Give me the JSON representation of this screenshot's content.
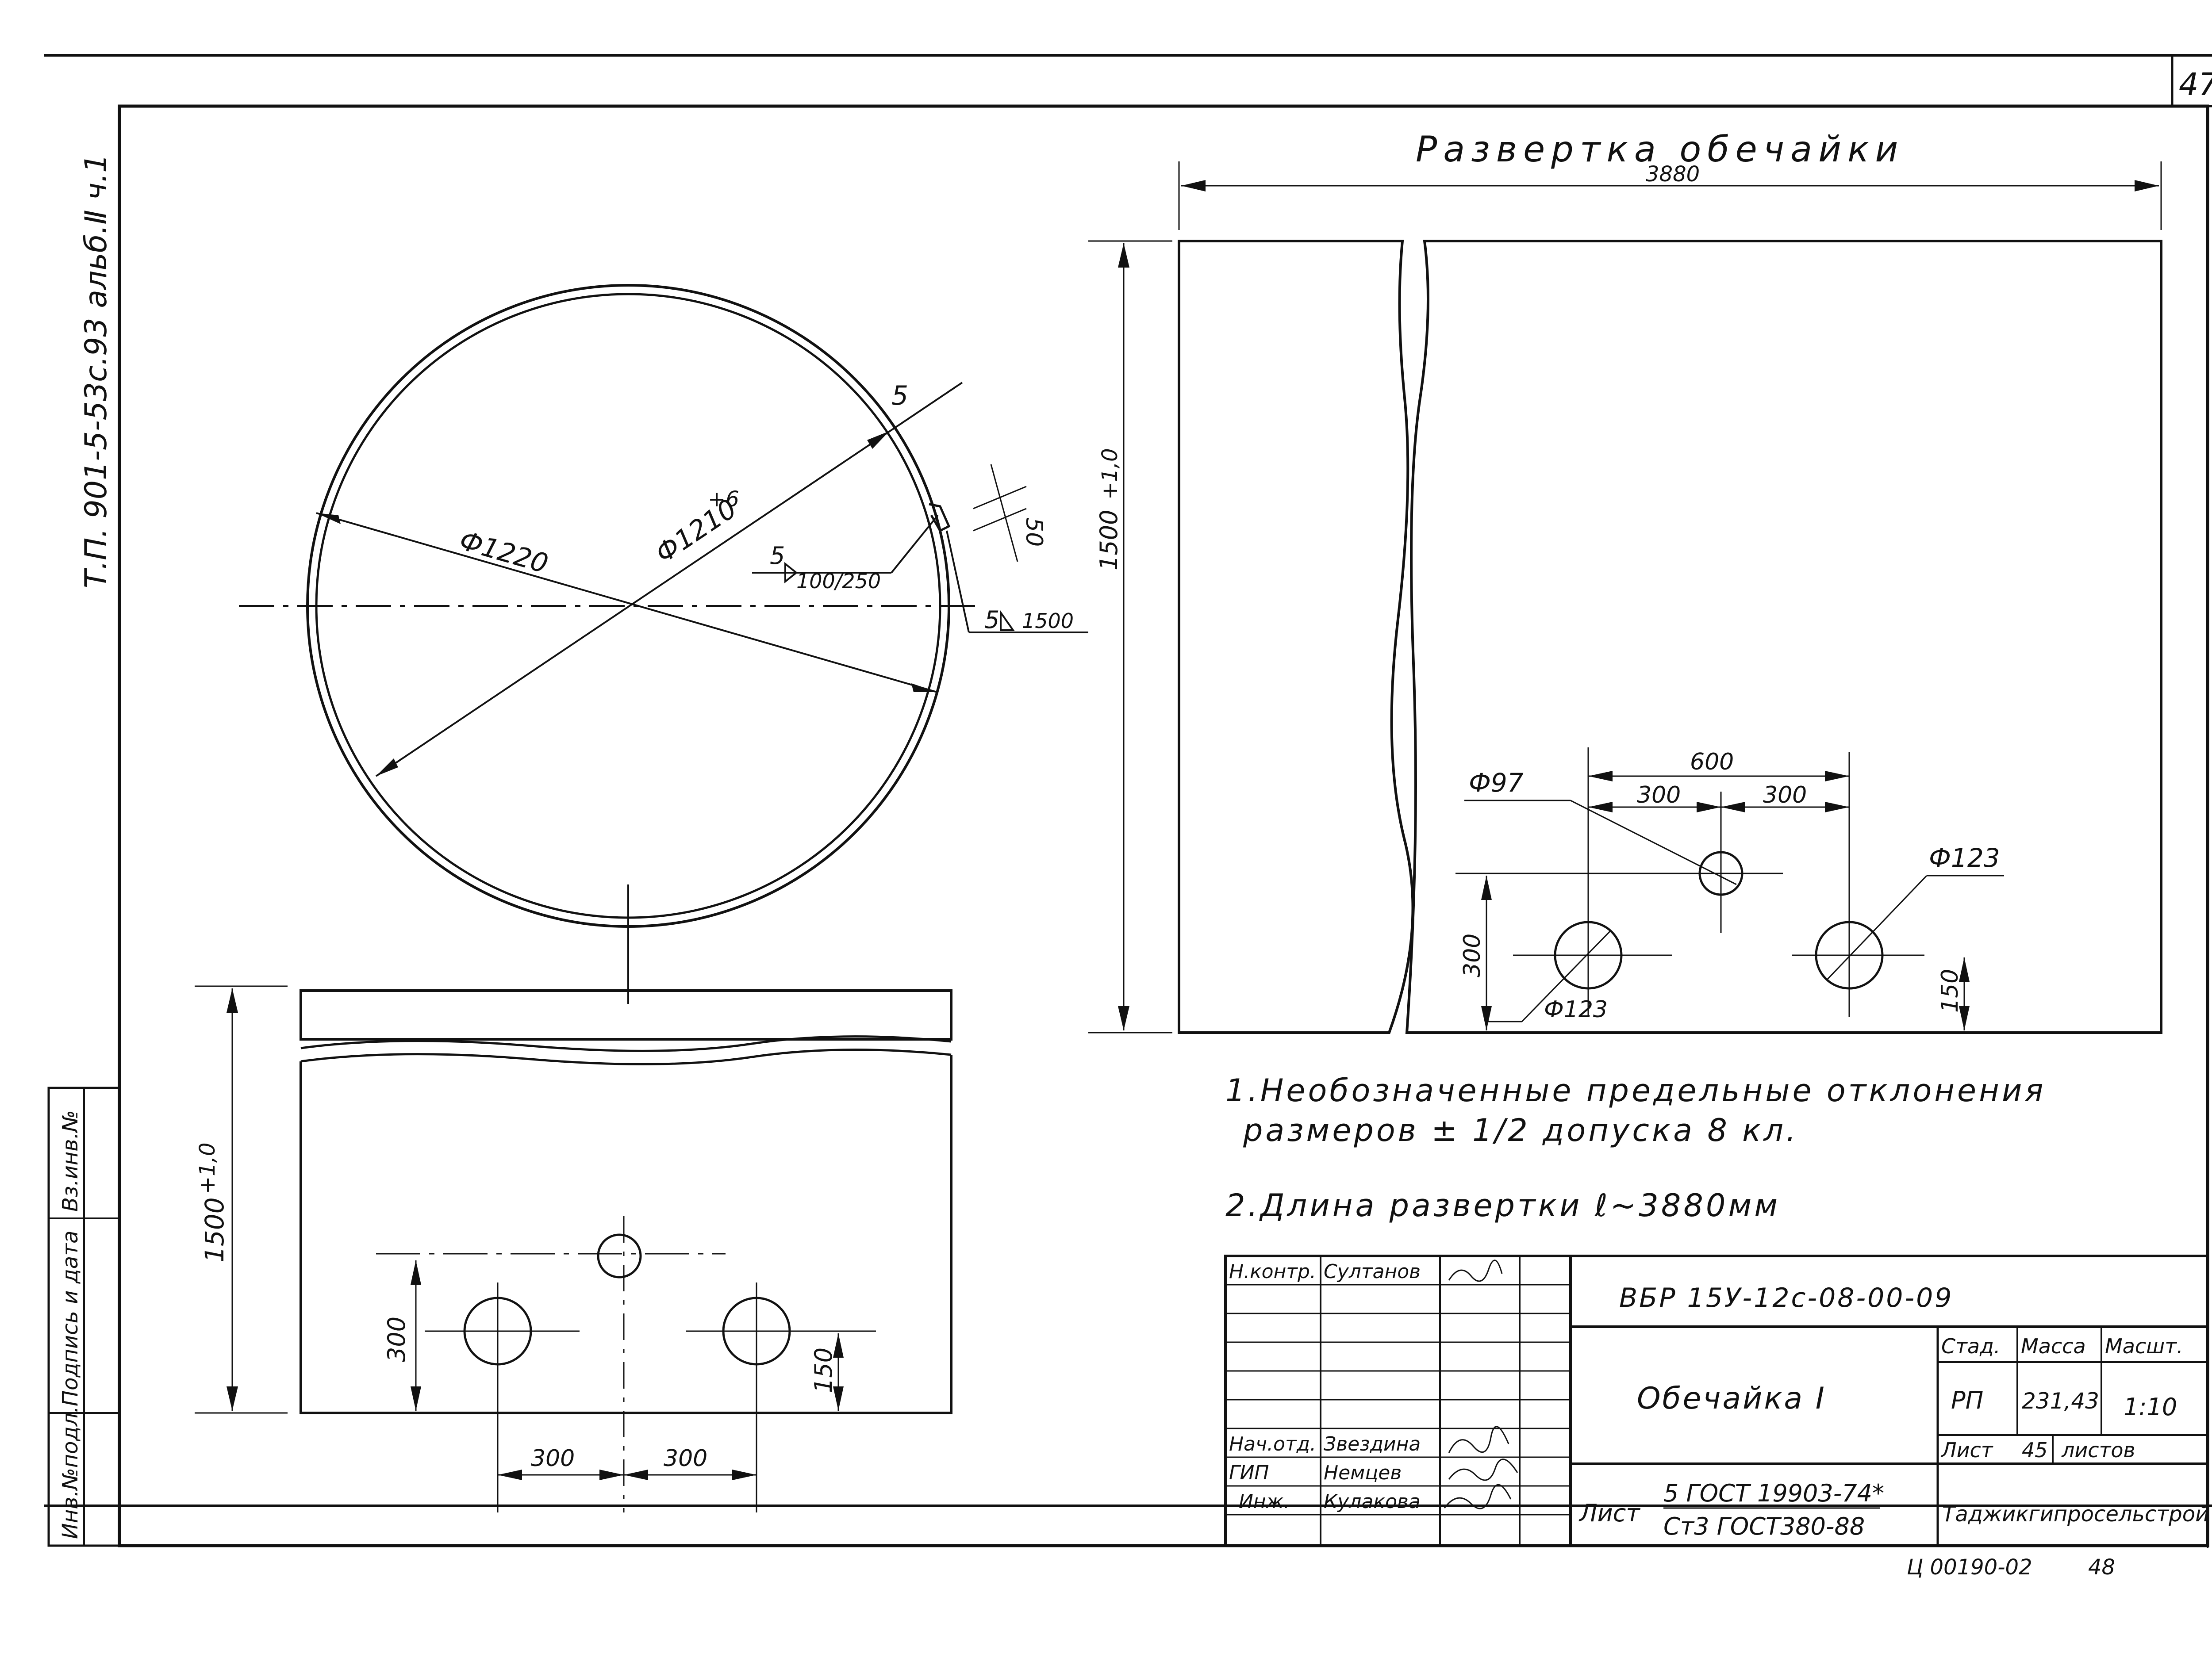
{
  "sheet": {
    "page_number": "47",
    "side_code": "Т.П. 901-5-53с.93   альб.Ⅱ ч.1",
    "footer_code": "Ц 00190-02",
    "footer_number": "48"
  },
  "side_stamp": {
    "cells": [
      "Инв.№подл.",
      "Подпись и дата",
      "Вз.инв.№"
    ]
  },
  "top_view": {
    "dia_outer": "Ф1220",
    "dia_inner": "Ф1210",
    "dia_inner_tol": "+6",
    "thickness": "5",
    "gap": "50",
    "weld1_num": "5",
    "weld1_spec": "100/250",
    "weld2_num": "5",
    "weld2_spec": "1500"
  },
  "front_view": {
    "height": "1500",
    "height_tol": "+1,0",
    "dim_300_v": "300",
    "dim_150_v": "150",
    "dim_300_h1": "300",
    "dim_300_h2": "300"
  },
  "unrolled_view": {
    "title": "Развертка обечайки",
    "length": "3880",
    "height": "1500",
    "height_tol": "+1,0",
    "dim_600": "600",
    "dim_300_a": "300",
    "dim_300_b": "300",
    "hole_small": "Ф97",
    "hole_right": "Ф123",
    "hole_left": "Ф123",
    "dim_300_v": "300",
    "dim_150_v": "150"
  },
  "notes": {
    "n1_line1": "1.Необозначенные предельные отклонения",
    "n1_line2": "размеров ± 1/2 допуска 8 кл.",
    "n2": "2.Длина развертки ℓ~3880мм"
  },
  "title_block": {
    "code": "ВБР 15У-12с-08-00-09",
    "name": "Обечайка Ⅰ",
    "roles": [
      "Н.контр.",
      "",
      "",
      "",
      "Нач.отд.",
      "ГИП",
      "Инж.",
      ""
    ],
    "names": [
      "Султанов",
      "",
      "",
      "",
      "Звездина",
      "Немцев",
      "Кулакова",
      ""
    ],
    "col_stage": "Стад.",
    "col_mass": "Масса",
    "col_scale": "Масшт.",
    "stage": "РП",
    "mass": "231,43",
    "scale": "1:10",
    "sheet_label": "Лист",
    "sheet_no": "45",
    "sheets_label": "листов",
    "material_label": "Лист",
    "material_line1": "5 ГОСТ 19903-74*",
    "material_line2": "Ст3 ГОСТ380-88",
    "org": "Таджикгипросельстрой"
  }
}
